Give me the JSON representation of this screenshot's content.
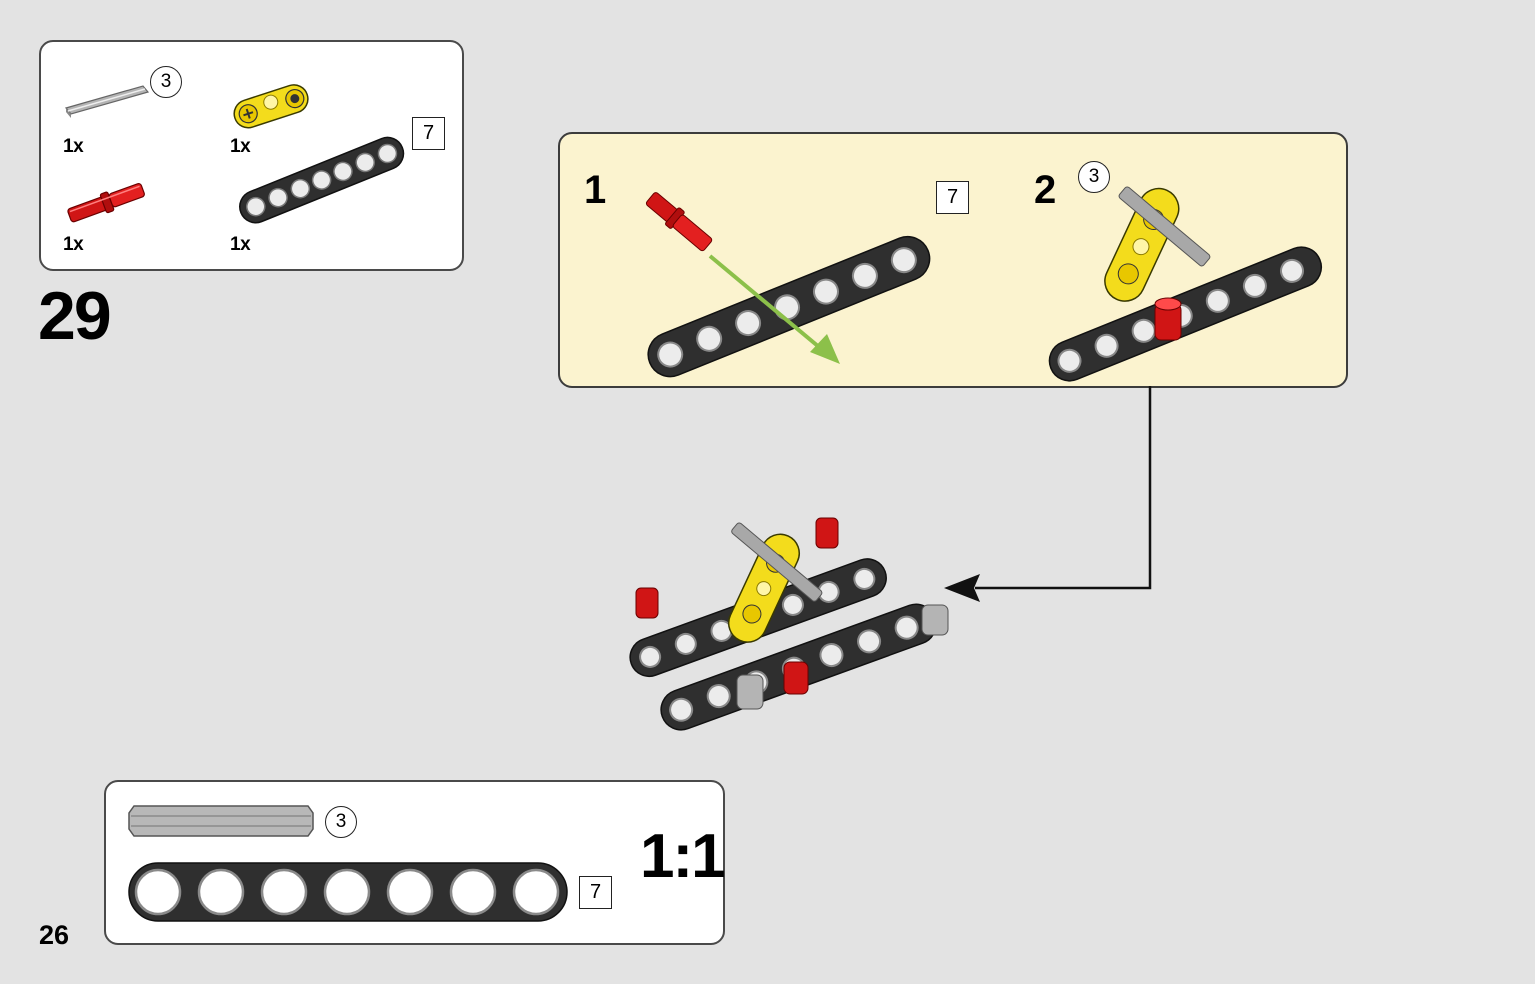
{
  "step": {
    "number": "29"
  },
  "page": {
    "number": "26"
  },
  "parts_list": {
    "items": [
      {
        "part": "gray axle",
        "icon": "gray-axle-icon",
        "qty": "1x",
        "length_badge": "3"
      },
      {
        "part": "yellow cross block",
        "icon": "yellow-cross-block-icon",
        "qty": "1x"
      },
      {
        "part": "red axle pin",
        "icon": "red-axle-pin-icon",
        "qty": "1x"
      },
      {
        "part": "black beam",
        "icon": "black-beam-icon",
        "qty": "1x",
        "length_badge": "7"
      }
    ]
  },
  "substeps": [
    {
      "number": "1",
      "badge": "7"
    },
    {
      "number": "2",
      "badge": "3"
    }
  ],
  "ruler": {
    "axle_length": "3",
    "beam_length": "7",
    "scale": "1:1"
  },
  "colors": {
    "background": "#e3e3e3",
    "callout": "#fbf3cf",
    "beam": "#2f2f2f",
    "yellow": "#f3dc1c",
    "red": "#d01515",
    "axle_gray": "#a8a8a8",
    "guide_arrow": "#8cc04a"
  }
}
